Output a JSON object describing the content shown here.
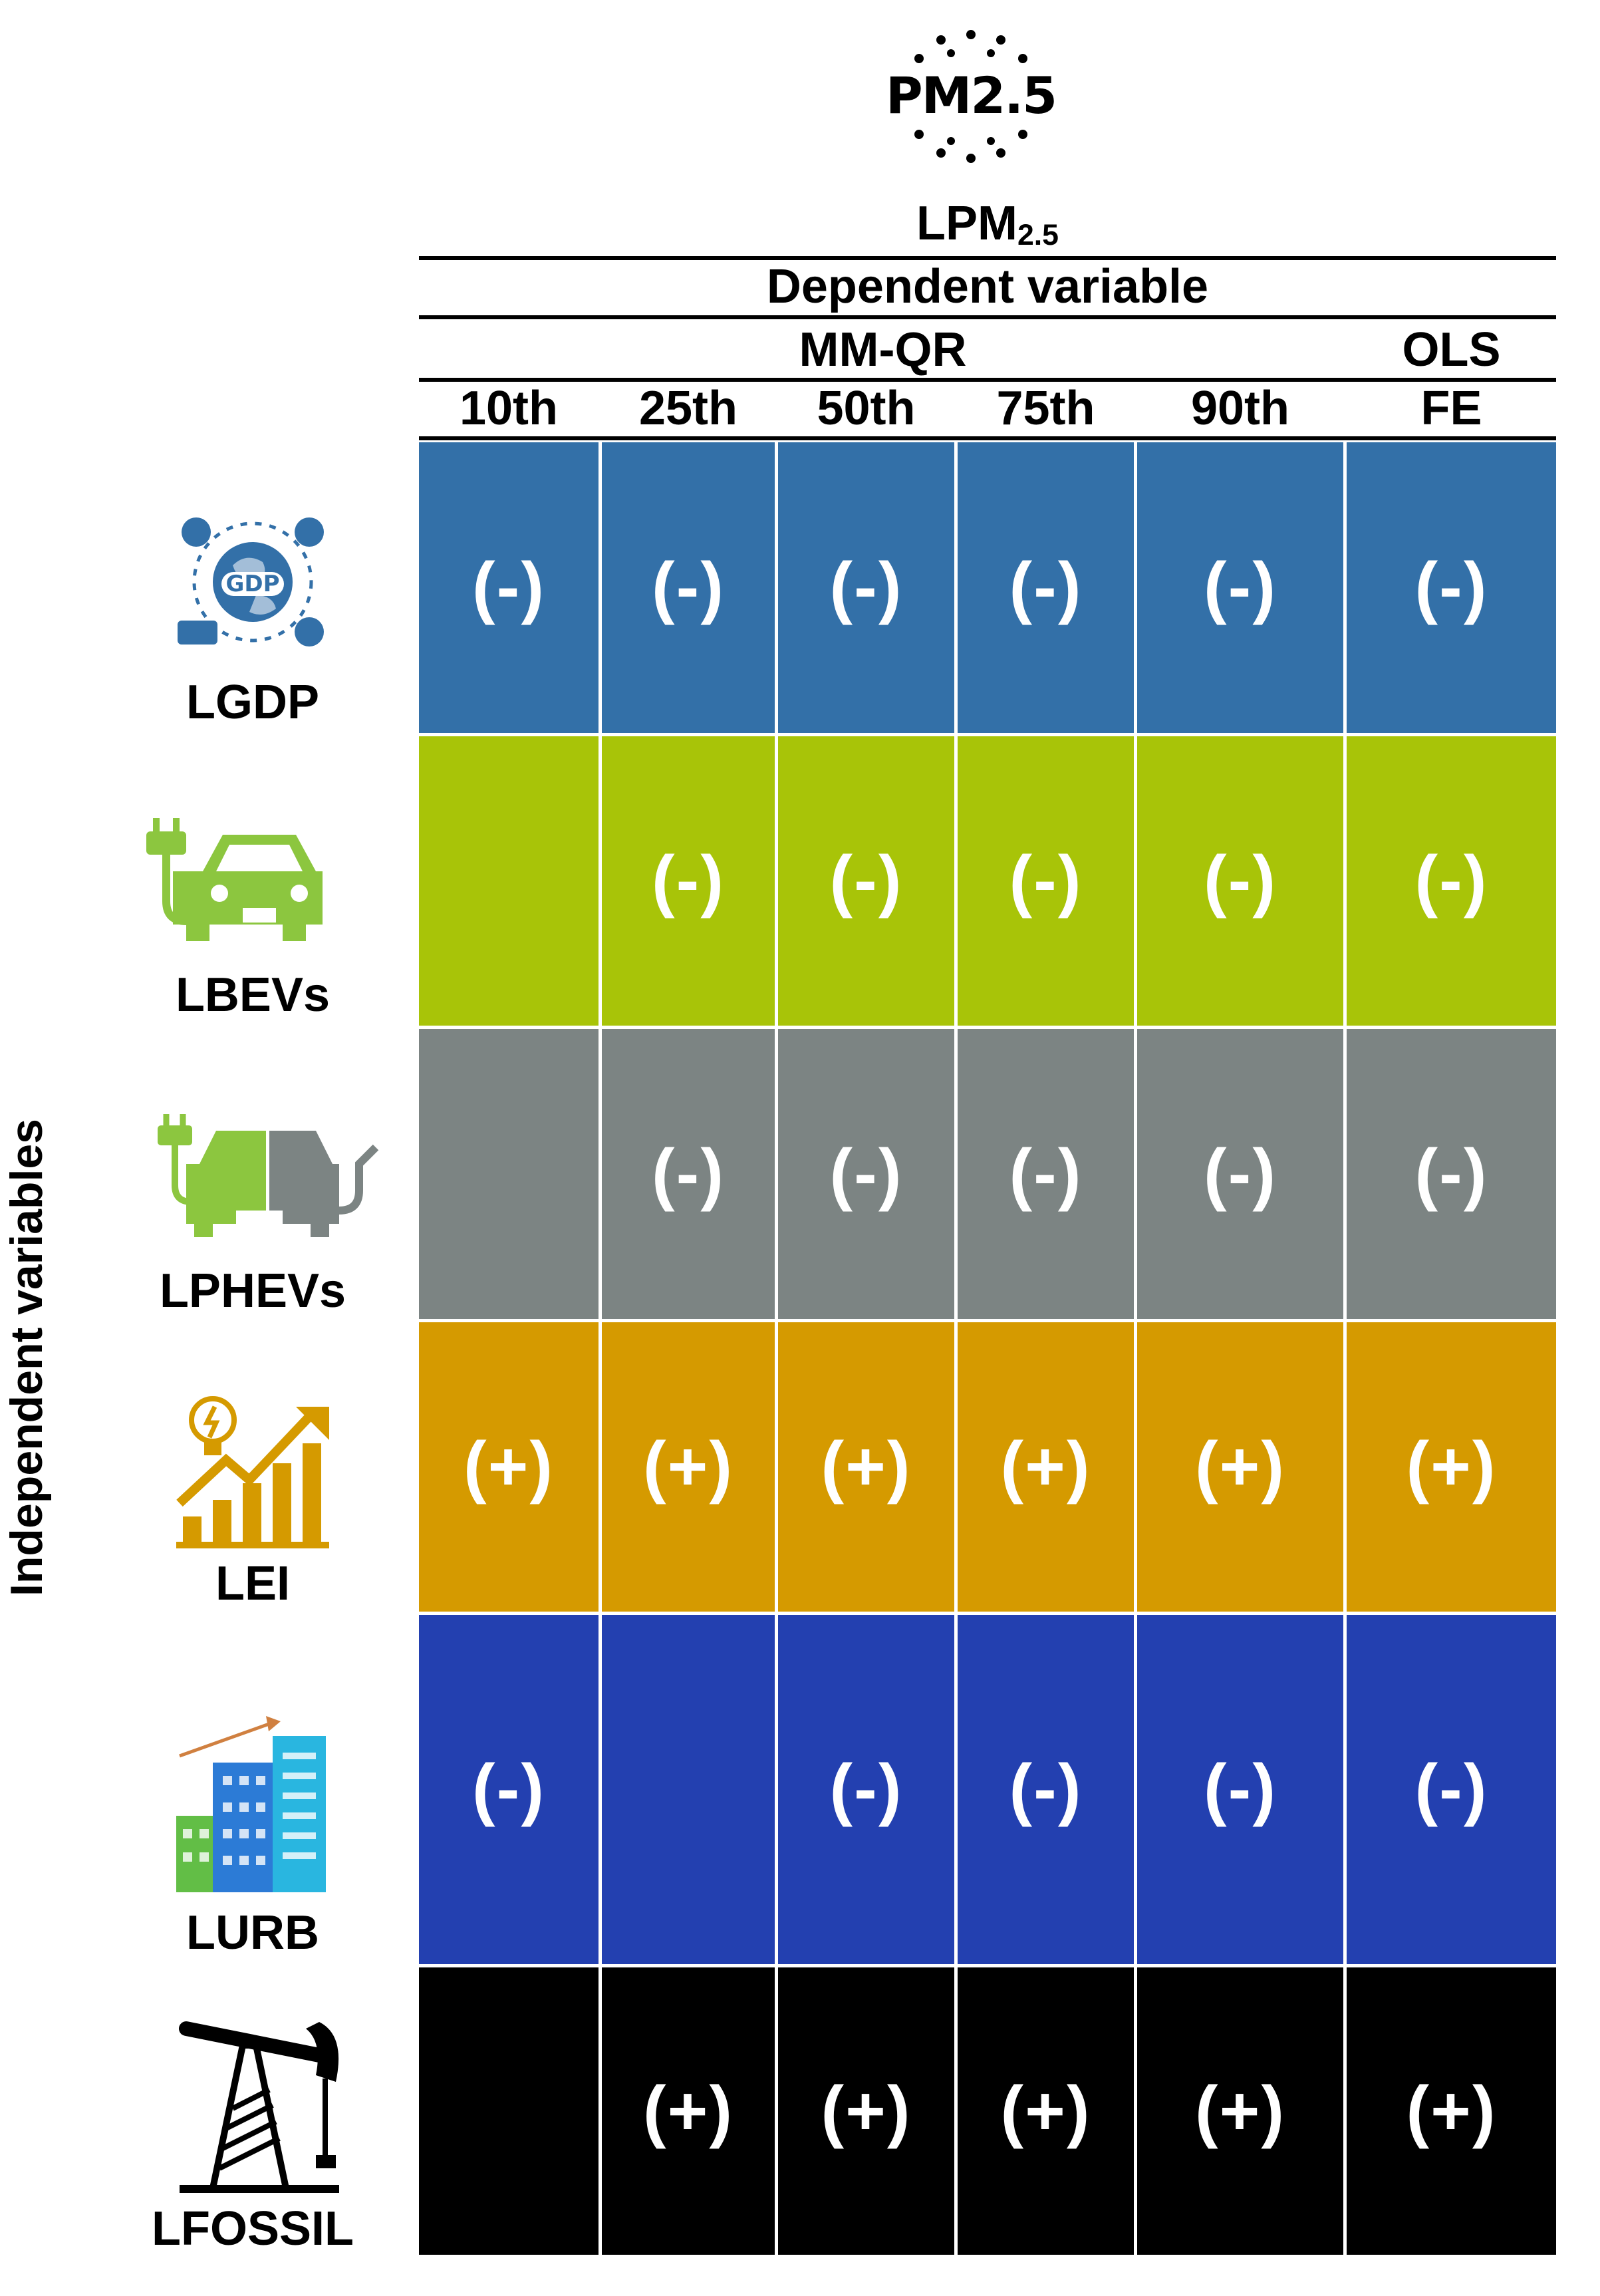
{
  "pollutant_icon_label": "PM2.5",
  "header": {
    "variable": "LPM",
    "variable_sub": "2.5",
    "dependent_label": "Dependent variable",
    "mmqr_label": "MM-QR",
    "ols_label": "OLS",
    "columns": [
      "10th",
      "25th",
      "50th",
      "75th",
      "90th",
      "FE"
    ]
  },
  "side_label": "Independent variables",
  "rows": [
    {
      "label": "LGDP",
      "color": "#3370A8",
      "icon": "gdp-globe-icon",
      "cells": [
        "(-)",
        "(-)",
        "(-)",
        "(-)",
        "(-)",
        "(-)"
      ]
    },
    {
      "label": "LBEVs",
      "color": "#A8C408",
      "icon": "electric-car-icon",
      "cells": [
        "",
        "(-)",
        "(-)",
        "(-)",
        "(-)",
        "(-)"
      ]
    },
    {
      "label": "LPHEVs",
      "color": "#7C8483",
      "icon": "hybrid-car-icon",
      "cells": [
        "",
        "(-)",
        "(-)",
        "(-)",
        "(-)",
        "(-)"
      ]
    },
    {
      "label": "LEI",
      "color": "#D59A00",
      "icon": "energy-growth-icon",
      "cells": [
        "(+)",
        "(+)",
        "(+)",
        "(+)",
        "(+)",
        "(+)"
      ]
    },
    {
      "label": "LURB",
      "color": "#2340B0",
      "icon": "city-buildings-icon",
      "cells": [
        "(-)",
        "",
        "(-)",
        "(-)",
        "(-)",
        "(-)"
      ]
    },
    {
      "label": "LFOSSIL",
      "color": "#000000",
      "icon": "oil-pump-icon",
      "cells": [
        "",
        "(+)",
        "(+)",
        "(+)",
        "(+)",
        "(+)"
      ]
    }
  ],
  "icon_colors": {
    "gdp": "#3370A8",
    "bev": "#8CC63F",
    "phev_green": "#8CC63F",
    "phev_gray": "#7C8483",
    "energy": "#D59A00",
    "city_blue": "#2C7BD6",
    "city_teal": "#29B6E0",
    "city_green": "#62BE46"
  }
}
